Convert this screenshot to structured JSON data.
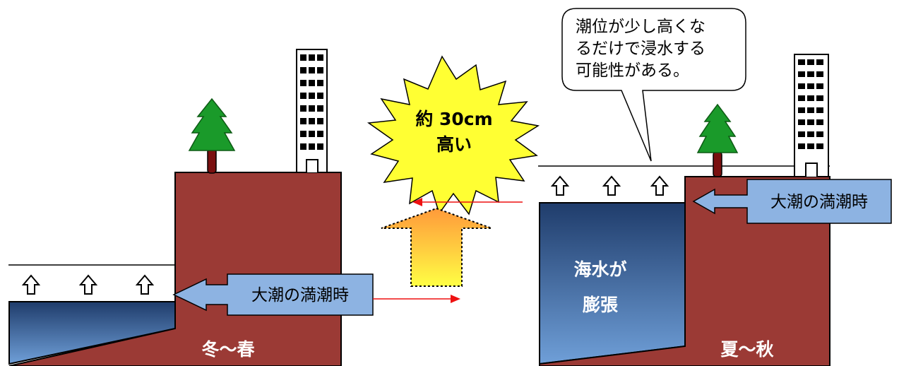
{
  "scene": {
    "winter": {
      "season_label": "冬〜春",
      "tide_callout": "大潮の満潮時"
    },
    "summer": {
      "season_label": "夏〜秋",
      "tide_callout": "大潮の満潮時",
      "water_label_line1": "海水が",
      "water_label_line2": "膨張",
      "speech_line1": "潮位が少し高くな",
      "speech_line2": "るだけで浸水する",
      "speech_line3": "可能性がある。"
    },
    "burst": {
      "line1": "約 30cm",
      "line2": "高い"
    }
  },
  "colors": {
    "ground": "#9b3a35",
    "water_top": "#1f3c6b",
    "water_bottom": "#6f9fd8",
    "callout_fill": "#8db3e2",
    "burst_fill": "#ffff33",
    "tree_green": "#1a9a2a",
    "trunk": "#7a1010",
    "arrow_red": "#ee1111"
  }
}
